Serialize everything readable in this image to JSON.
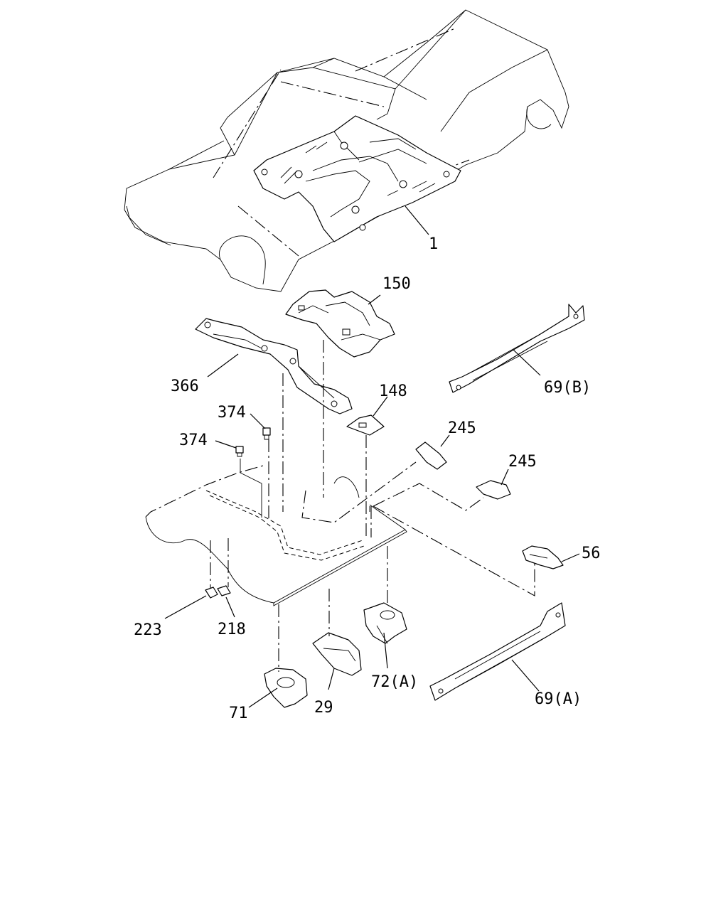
{
  "diagram": {
    "callouts": {
      "c1": "1",
      "c150": "150",
      "c366": "366",
      "c148": "148",
      "c69b": "69(B)",
      "c374a": "374",
      "c374b": "374",
      "c245a": "245",
      "c245b": "245",
      "c56": "56",
      "c223": "223",
      "c218": "218",
      "c72a": "72(A)",
      "c29": "29",
      "c71": "71",
      "c69a": "69(A)"
    }
  }
}
